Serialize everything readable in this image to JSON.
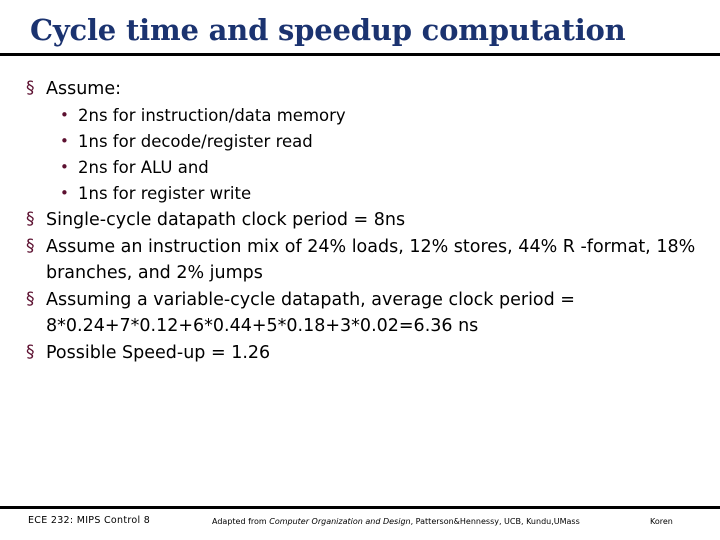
{
  "slide": {
    "title": "Cycle time and speedup computation",
    "title_color": "#1B3370",
    "bullet_color": "#5C1030",
    "text_color": "#000000",
    "background": "#ffffff",
    "rule_color": "#000000"
  },
  "content": {
    "bullets": [
      {
        "level": 1,
        "mark": "§",
        "text": "Assume:"
      },
      {
        "level": 2,
        "mark": "•",
        "text": "2ns for instruction/data memory"
      },
      {
        "level": 2,
        "mark": "•",
        "text": "1ns for decode/register read"
      },
      {
        "level": 2,
        "mark": "•",
        "text": "2ns for ALU and"
      },
      {
        "level": 2,
        "mark": "•",
        "text": "1ns for register write"
      },
      {
        "level": 1,
        "mark": "§",
        "text": "Single-cycle datapath clock period = 8ns"
      },
      {
        "level": 1,
        "mark": "§",
        "text": "Assume an instruction mix of 24% loads, 12% stores, 44% R -format, 18% branches, and 2% jumps"
      },
      {
        "level": 1,
        "mark": "§",
        "text": "Assuming a variable-cycle datapath, average clock period = 8*0.24+7*0.12+6*0.44+5*0.18+3*0.02=6.36 ns"
      },
      {
        "level": 1,
        "mark": "§",
        "text": "Possible Speed-up = 1.26"
      }
    ]
  },
  "footer": {
    "left": "ECE 232: MIPS Control 8",
    "center_prefix": "Adapted from ",
    "center_book": "Computer Organization and Design",
    "center_suffix": ", Patterson&Hennessy, UCB, Kundu,UMass",
    "right": "Koren"
  }
}
